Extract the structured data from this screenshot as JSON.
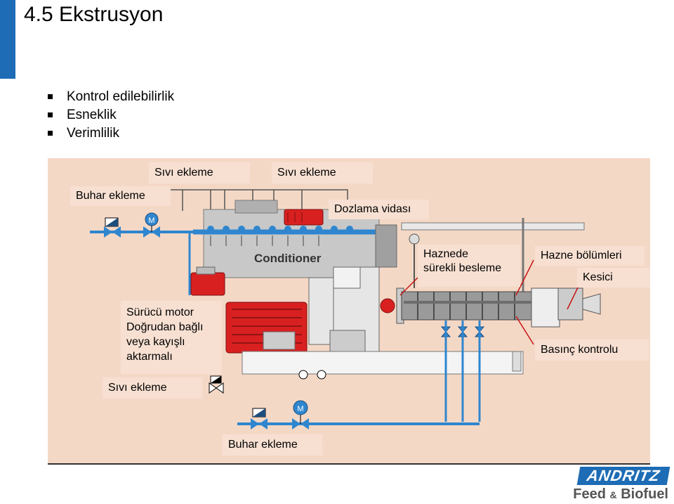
{
  "slide": {
    "title": "4.5 Ekstrusyon",
    "bullets": [
      "Kontrol edilebilirlik",
      "Esneklik",
      "Verimlilik"
    ],
    "accent_color": "#1d6cb5"
  },
  "diagram": {
    "labels": {
      "buhar_top": "Buhar ekleme",
      "sivi_1": "Sıvı ekleme",
      "sivi_2": "Sıvı ekleme",
      "dozlama": "Dozlama vidası",
      "conditioner": "Conditioner",
      "haznede_1": "Haznede",
      "haznede_2": "sürekli besleme",
      "hazne_bolumleri": "Hazne bölümleri",
      "kesici": "Kesici",
      "surucu_1": "Sürücü motor",
      "surucu_2": "Doğrudan bağlı",
      "surucu_3": "veya kayışlı",
      "surucu_4": "aktarmalı",
      "basinc": "Basınç kontrolu",
      "sivi_bottom": "Sıvı ekleme",
      "buhar_bottom": "Buhar ekleme"
    },
    "motor_symbol": "M",
    "colors": {
      "background": "#f4d8c6",
      "label_bg": "#f7e0d2",
      "pipe": "#2f86cf",
      "motor_red": "#d92020",
      "machine_gray": "#c8c8c8"
    }
  },
  "logo": {
    "name": "ANDRITZ",
    "sub_1": "Feed",
    "amp": "&",
    "sub_2": "Biofuel"
  }
}
